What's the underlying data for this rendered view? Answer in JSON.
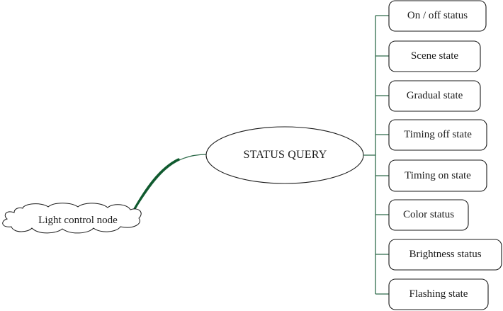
{
  "root": {
    "label": "Light control node"
  },
  "center": {
    "label": "STATUS QUERY"
  },
  "items": [
    {
      "label": "On / off status"
    },
    {
      "label": "Scene state"
    },
    {
      "label": "Gradual state"
    },
    {
      "label": "Timing off state"
    },
    {
      "label": "Timing on state"
    },
    {
      "label": "Color status"
    },
    {
      "label": "Brightness status"
    },
    {
      "label": "Flashing state"
    }
  ],
  "colors": {
    "connector": "#2e6b4a",
    "connector_dark": "#0f5a2e",
    "outline": "#1a1a1a"
  }
}
